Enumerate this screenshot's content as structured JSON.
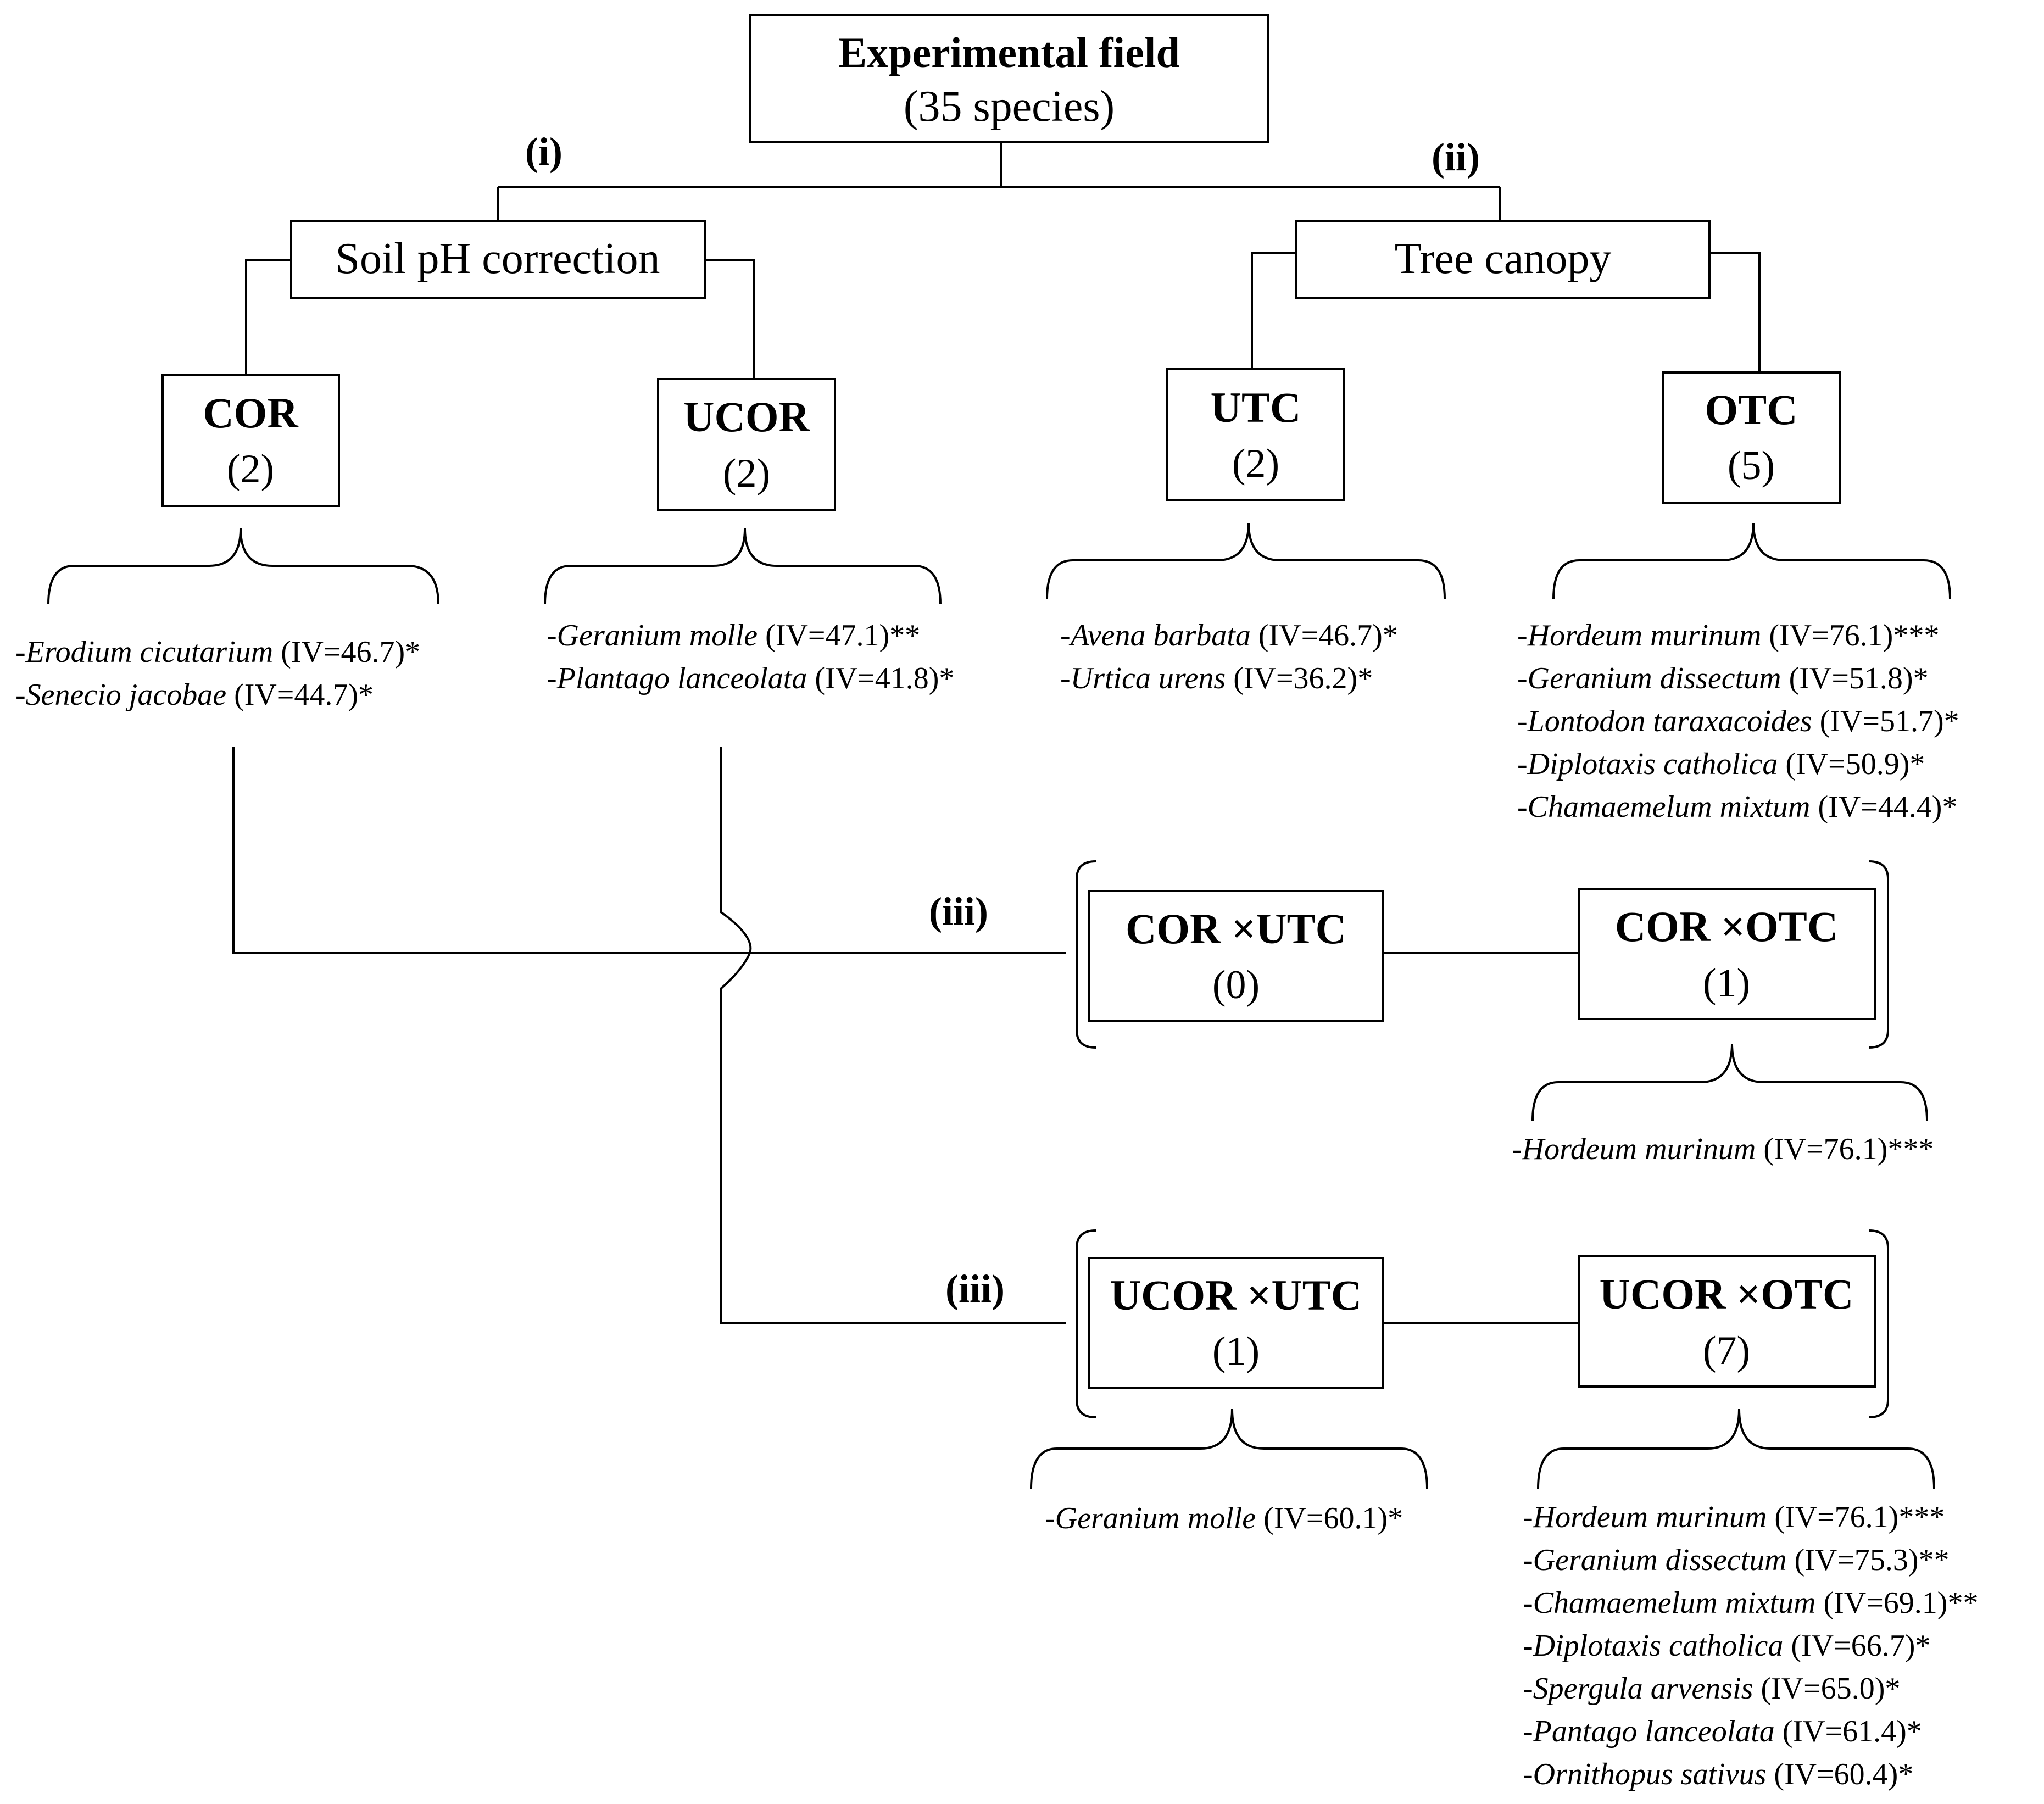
{
  "root": {
    "title": "Experimental field",
    "subtitle": "(35 species)"
  },
  "branch_labels": {
    "i": "(i)",
    "ii": "(ii)",
    "iii_top": "(iii)",
    "iii_bottom": "(iii)"
  },
  "factors": {
    "soil": "Soil pH correction",
    "canopy": "Tree canopy"
  },
  "treatments": {
    "cor": {
      "label": "COR",
      "count": "(2)"
    },
    "ucor": {
      "label": "UCOR",
      "count": "(2)"
    },
    "utc": {
      "label": "UTC",
      "count": "(2)"
    },
    "otc": {
      "label": "OTC",
      "count": "(5)"
    },
    "cor_utc": {
      "label": "COR ×UTC",
      "count": "(0)"
    },
    "cor_otc": {
      "label": "COR ×OTC",
      "count": "(1)"
    },
    "ucor_utc": {
      "label": "UCOR ×UTC",
      "count": "(1)"
    },
    "ucor_otc": {
      "label": "UCOR ×OTC",
      "count": "(7)"
    }
  },
  "species": {
    "cor": [
      {
        "name": "Erodium cicutarium",
        "iv": " (IV=46.7)*"
      },
      {
        "name": "Senecio jacobae",
        "iv": " (IV=44.7)*"
      }
    ],
    "ucor": [
      {
        "name": "Geranium molle",
        "iv": " (IV=47.1)**"
      },
      {
        "name": "Plantago lanceolata",
        "iv": " (IV=41.8)*"
      }
    ],
    "utc": [
      {
        "name": "Avena barbata",
        "iv": " (IV=46.7)*"
      },
      {
        "name": "Urtica urens",
        "iv": " (IV=36.2)*"
      }
    ],
    "otc": [
      {
        "name": "Hordeum murinum",
        "iv": " (IV=76.1)***"
      },
      {
        "name": "Geranium dissectum",
        "iv": " (IV=51.8)*"
      },
      {
        "name": "Lontodon taraxacoides",
        "iv": " (IV=51.7)*"
      },
      {
        "name": "Diplotaxis catholica",
        "iv": " (IV=50.9)*"
      },
      {
        "name": "Chamaemelum mixtum",
        "iv": " (IV=44.4)*"
      }
    ],
    "cor_otc": [
      {
        "name": "Hordeum murinum",
        "iv": " (IV=76.1)***"
      }
    ],
    "ucor_utc": [
      {
        "name": "Geranium molle",
        "iv": " (IV=60.1)*"
      }
    ],
    "ucor_otc": [
      {
        "name": "Hordeum murinum",
        "iv": " (IV=76.1)***"
      },
      {
        "name": "Geranium dissectum",
        "iv": " (IV=75.3)**"
      },
      {
        "name": "Chamaemelum mixtum",
        "iv": " (IV=69.1)**"
      },
      {
        "name": "Diplotaxis catholica",
        "iv": " (IV=66.7)*"
      },
      {
        "name": "Spergula arvensis",
        "iv": " (IV=65.0)*"
      },
      {
        "name": "Pantago lanceolata",
        "iv": " (IV=61.4)*"
      },
      {
        "name": "Ornithopus sativus",
        "iv": " (IV=60.4)*"
      }
    ]
  }
}
